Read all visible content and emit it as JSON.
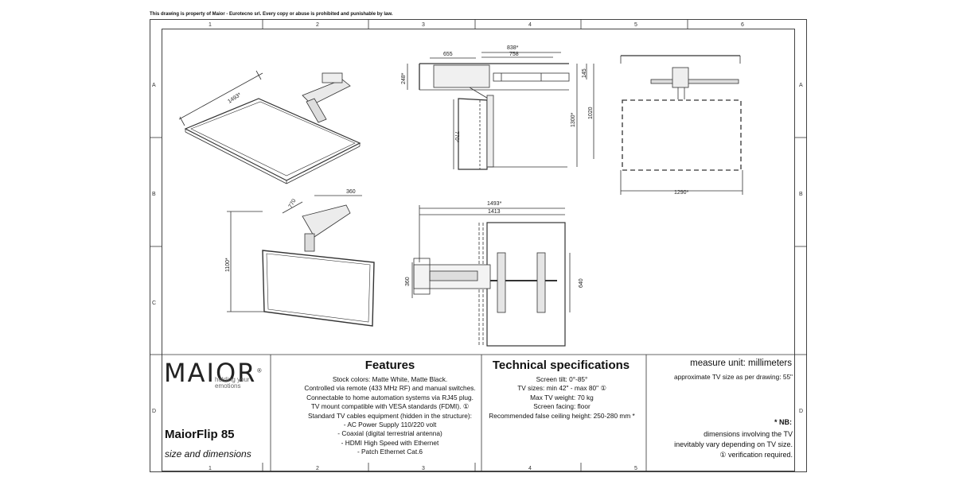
{
  "header": {
    "disclaimer": "This drawing is property of Maior - Eurotecno srl. Every copy or abuse is prohibited and punishable by law."
  },
  "grid": {
    "columns": [
      "1",
      "2",
      "3",
      "4",
      "5",
      "6"
    ],
    "rows": [
      "A",
      "B",
      "C",
      "D"
    ]
  },
  "dimensions": {
    "iso_top_diag": "1493*",
    "side_top_655": "655",
    "side_top_838": "838*",
    "side_top_758": "758",
    "side_top_248": "248*",
    "side_top_145": "145",
    "side_top_1300": "1300*",
    "side_top_1020": "1020",
    "side_top_770": "770*",
    "front_1290": "1290*",
    "iso_bottom_770": "770",
    "iso_bottom_360": "360",
    "iso_bottom_1100": "1100*",
    "plan_1493": "1493*",
    "plan_1413": "1413",
    "plan_360": "360",
    "plan_640": "640"
  },
  "title_block": {
    "logo": "MAIOR",
    "logo_mark": "®",
    "tagline": [
      "holding your",
      "emotions"
    ],
    "model": "MaiorFlip 85",
    "subtitle": "size and dimensions"
  },
  "features": {
    "title": "Features",
    "lines": [
      "Stock colors: Matte White, Matte Black.",
      "Controlled via remote (433 MHz RF) and manual switches.",
      "Connectable to home automation systems via RJ45 plug.",
      "TV mount compatible with VESA standards (FDMI). ①",
      "Standard TV cables equipment (hidden in the structure):",
      "- AC Power Supply 110/220 volt",
      "- Coaxial (digital terrestrial antenna)",
      "- HDMI High Speed with Ethernet",
      "- Patch Ethernet Cat.6"
    ]
  },
  "tech_specs": {
    "title": "Technical specifications",
    "lines": [
      "Screen tilt: 0°-85°",
      "TV sizes: min 42\" - max 80\" ①",
      "Max TV weight: 70 kg",
      "Screen facing: floor",
      "Recommended false ceiling height: 250-280 mm *"
    ]
  },
  "notes": {
    "measure_unit": "measure unit: millimeters",
    "approx": "approximate TV size as per drawing: 55\"",
    "nb": "* NB:",
    "lines": [
      "dimensions involving the TV",
      "inevitably vary depending on TV size.",
      "① verification required."
    ]
  }
}
